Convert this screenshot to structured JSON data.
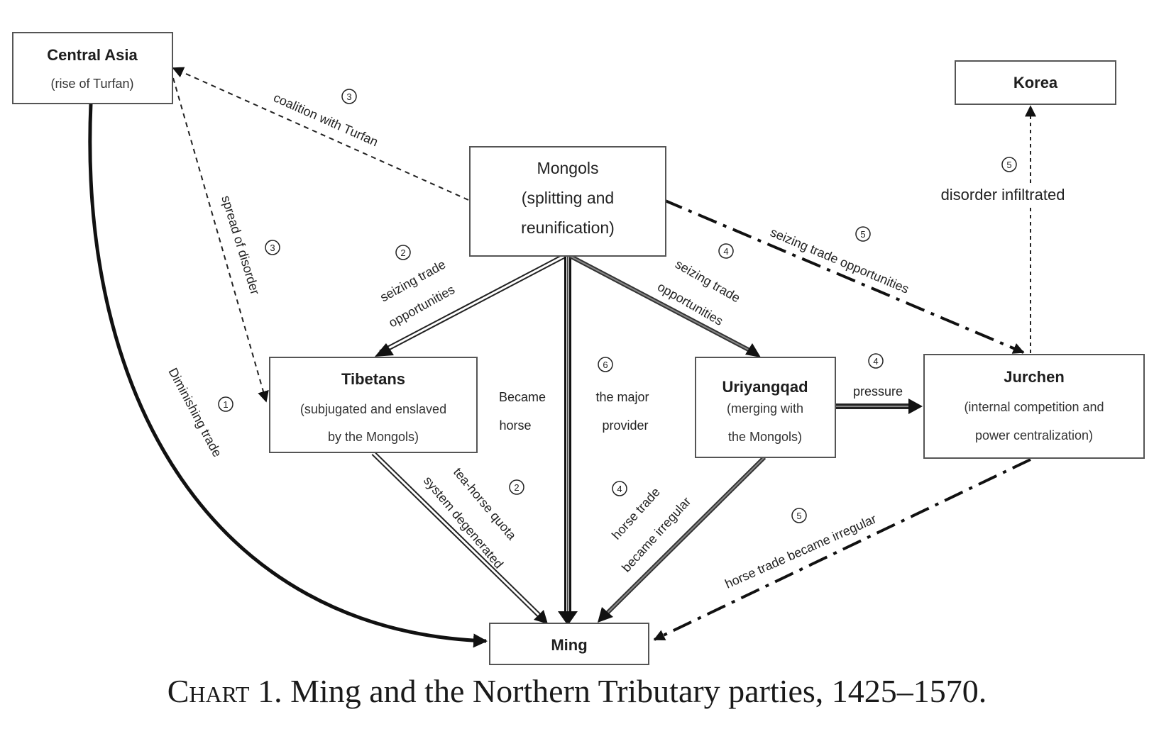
{
  "nodes": {
    "central_asia": {
      "title": "Central Asia",
      "sub": "(rise of Turfan)"
    },
    "korea": {
      "title": "Korea"
    },
    "mongols": {
      "title": "Mongols",
      "sub1": "(splitting and",
      "sub2": "reunification)"
    },
    "tibetans": {
      "title": "Tibetans",
      "sub1": "(subjugated and enslaved",
      "sub2": "by the Mongols)"
    },
    "uriyangqad": {
      "title": "Uriyangqad",
      "sub1": "(merging with",
      "sub2": "the Mongols)"
    },
    "jurchen": {
      "title": "Jurchen",
      "sub1": "(internal competition and",
      "sub2": "power centralization)"
    },
    "ming": {
      "title": "Ming"
    }
  },
  "edges": {
    "coalition": {
      "marker": "3",
      "label": "coalition with Turfan"
    },
    "spread": {
      "marker": "3",
      "label": "spread of disorder"
    },
    "diminishing": {
      "marker": "1",
      "label": "Diminishing trade"
    },
    "mongols_tibetans": {
      "marker": "2",
      "label1": "seizing trade",
      "label2": "opportunities"
    },
    "mongols_uriyangqad": {
      "marker": "4",
      "label1": "seizing trade",
      "label2": "opportunities"
    },
    "mongols_jurchen": {
      "marker": "5",
      "label": "seizing trade opportunities"
    },
    "became_horse": {
      "label1": "Became",
      "label2": "horse"
    },
    "major_provider": {
      "marker": "6",
      "label1": "the major",
      "label2": "provider"
    },
    "pressure": {
      "marker": "4",
      "label": "pressure"
    },
    "disorder_infiltrated": {
      "marker": "5",
      "label": "disorder infiltrated"
    },
    "tea_horse": {
      "marker": "2",
      "label1": "tea-horse quota",
      "label2": "system degenerated"
    },
    "uriyangqad_ming": {
      "marker": "4",
      "label1": "horse trade",
      "label2": "became irregular"
    },
    "jurchen_ming": {
      "marker": "5",
      "label": "horse trade became irregular"
    }
  },
  "caption": {
    "prefix": "Chart",
    "rest": " 1.  Ming and the Northern Tributary parties, 1425–1570."
  }
}
